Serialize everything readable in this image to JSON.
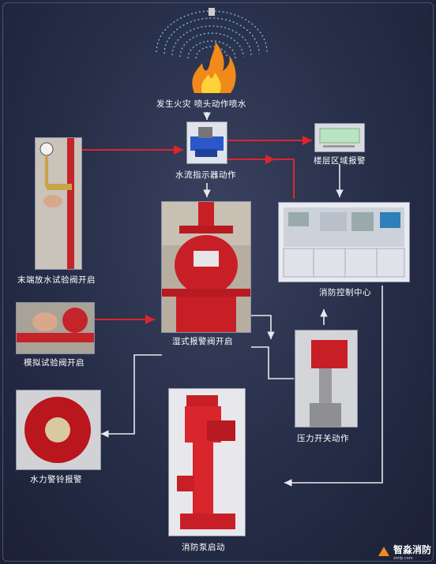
{
  "nodes": {
    "fire": "发生火灾  喷头动作喷水",
    "flow_indicator": "水流指示器动作",
    "floor_alarm": "楼层区域报警",
    "end_valve": "末端放水试验阀开启",
    "wet_alarm_valve": "湿式报警阀开启",
    "control_center": "消防控制中心",
    "sim_valve": "模拟试验阀开启",
    "pressure_switch": "压力开关动作",
    "water_bell": "水力警铃报警",
    "fire_pump": "消防泵启动"
  },
  "watermark": {
    "title": "智淼消防",
    "sub": "zmfp.com"
  },
  "colors": {
    "red_arrow": "#e0242a",
    "white_arrow": "#e8e8ee",
    "background": "#262d47"
  }
}
